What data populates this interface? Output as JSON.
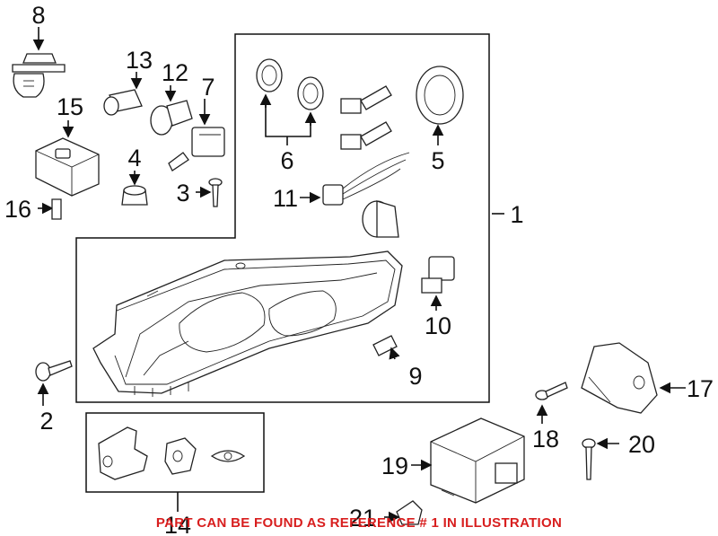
{
  "diagram": {
    "callouts": {
      "c1": "1",
      "c2": "2",
      "c3": "3",
      "c4": "4",
      "c5": "5",
      "c6": "6",
      "c7": "7",
      "c8": "8",
      "c9": "9",
      "c10": "10",
      "c11": "11",
      "c12": "12",
      "c13": "13",
      "c14": "14",
      "c15": "15",
      "c16": "16",
      "c17": "17",
      "c18": "18",
      "c19": "19",
      "c20": "20",
      "c21": "21"
    },
    "note": "PART CAN BE FOUND AS REFERENCE # 1 IN ILLUSTRATION",
    "colors": {
      "note": "#d81e1e",
      "line": "#111111",
      "background": "#ffffff"
    }
  }
}
